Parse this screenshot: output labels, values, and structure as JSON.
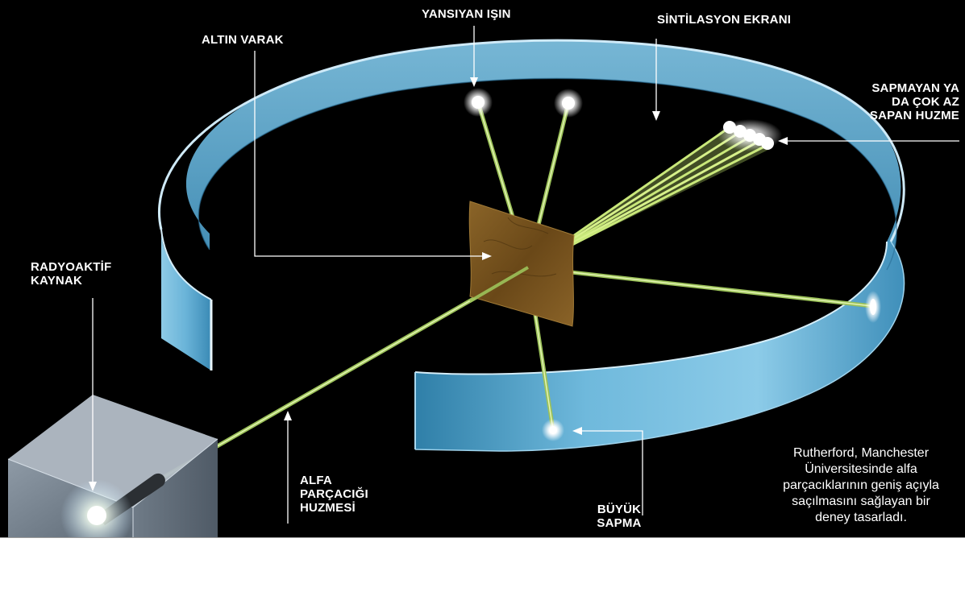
{
  "labels": {
    "reflected_beam": "YANSIYAN IŞIN",
    "scintillation_screen": "SİNTİLASYON EKRANI",
    "gold_foil": "ALTIN VARAK",
    "undeflected_beam": [
      "SAPMAYAN YA",
      "DA ÇOK AZ",
      "SAPAN HUZME"
    ],
    "radioactive_source": [
      "RADYOAKTİF",
      "KAYNAK"
    ],
    "alpha_beam": [
      "ALFA",
      "PARÇACIĞI",
      "HUZMESİ"
    ],
    "large_deflection": [
      "BÜYÜK",
      "SAPMA"
    ]
  },
  "caption": [
    "Rutherford, Manchester",
    "Üniversitesinde alfa",
    "parçacıklarının geniş açıyla",
    "saçılmasını sağlayan bir",
    "deney tasarladı."
  ],
  "colors": {
    "background": "#000000",
    "screen": "#5aaed6",
    "beam": "#b8d96a",
    "foil": "#6b4a1c",
    "label": "#ffffff"
  }
}
